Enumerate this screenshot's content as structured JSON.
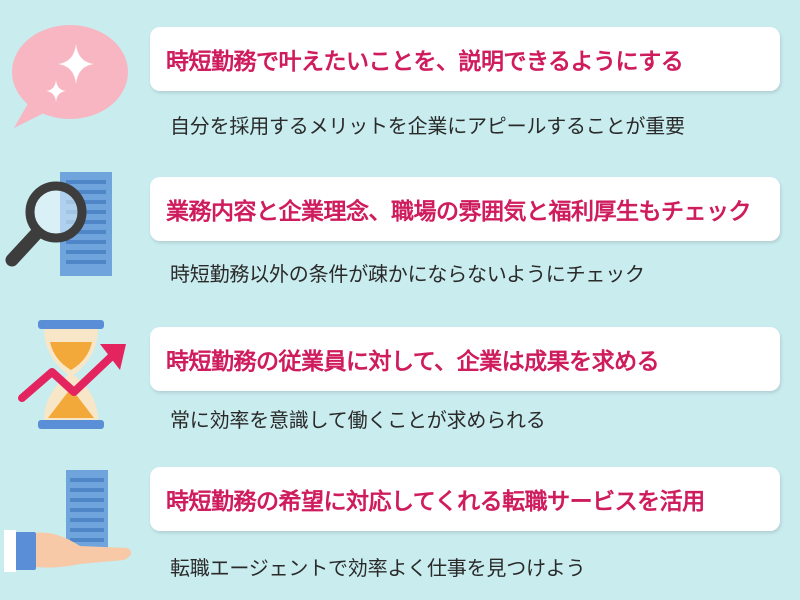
{
  "colors": {
    "background": "#c9ecef",
    "title_text": "#cf1c5d",
    "body_text": "#2a2a2a",
    "card": "#ffffff"
  },
  "items": [
    {
      "icon": "sparkle-speech-bubble-icon",
      "title": "時短勤務で叶えたいことを、説明できるようにする",
      "description": "自分を採用するメリットを企業にアピールすることが重要"
    },
    {
      "icon": "magnifier-building-icon",
      "title": "業務内容と企業理念、職場の雰囲気と福利厚生もチェック",
      "description": "時短勤務以外の条件が疎かにならないようにチェック"
    },
    {
      "icon": "hourglass-trend-arrow-icon",
      "title": "時短勤務の従業員に対して、企業は成果を求める",
      "description": "常に効率を意識して働くことが求められる"
    },
    {
      "icon": "hand-holding-building-icon",
      "title": "時短勤務の希望に対応してくれる転職サービスを活用",
      "description": "転職エージェントで効率よく仕事を見つけよう"
    }
  ]
}
